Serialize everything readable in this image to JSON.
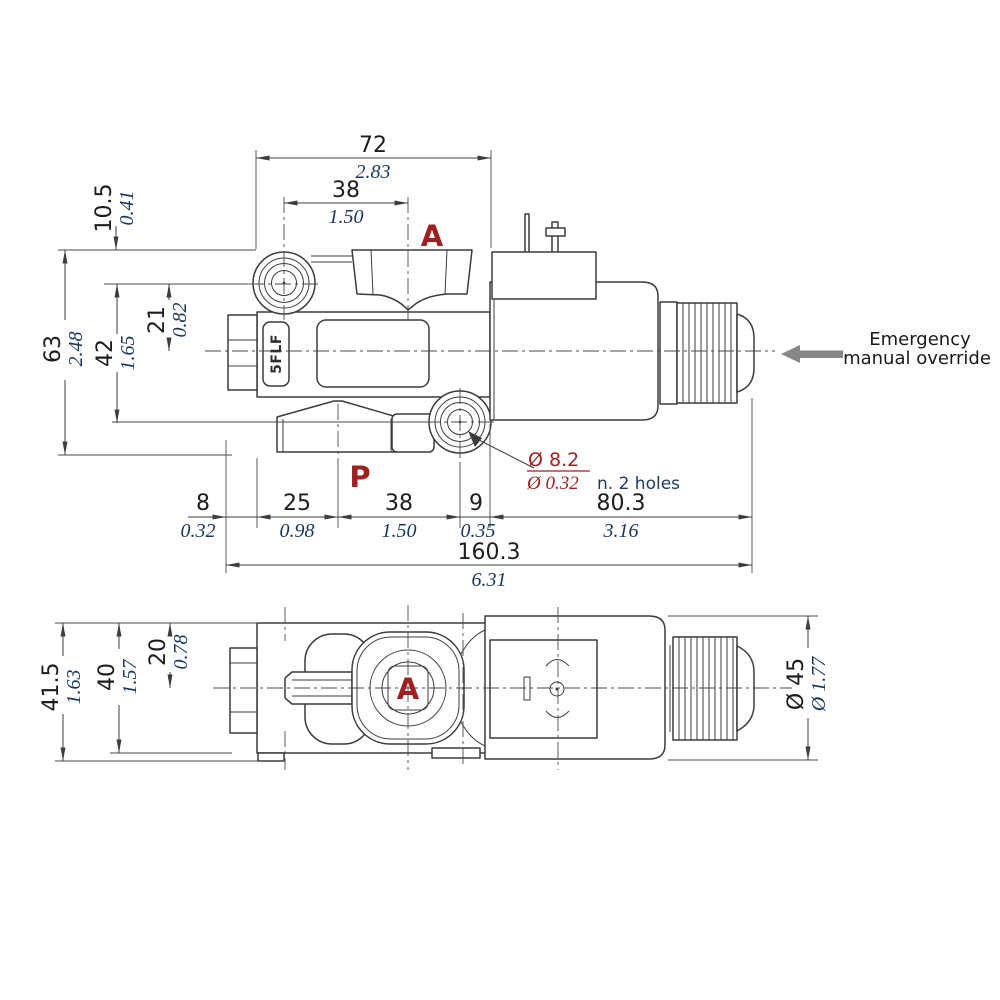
{
  "colors": {
    "accent_red": "#9e2020",
    "inch_blue": "#17365d",
    "gray_arrow": "#878787",
    "line": "#3c3c3c"
  },
  "top_view": {
    "dims": {
      "width_72": {
        "mm": "72",
        "inch": "2.83"
      },
      "width_38_top": {
        "mm": "38",
        "inch": "1.50"
      },
      "height_10_5": {
        "mm": "10.5",
        "inch": "0.41"
      },
      "height_63": {
        "mm": "63",
        "inch": "2.48"
      },
      "height_42": {
        "mm": "42",
        "inch": "1.65"
      },
      "height_21": {
        "mm": "21",
        "inch": "0.82"
      },
      "width_8": {
        "mm": "8",
        "inch": "0.32"
      },
      "width_25": {
        "mm": "25",
        "inch": "0.98"
      },
      "width_38_bot": {
        "mm": "38",
        "inch": "1.50"
      },
      "width_9": {
        "mm": "9",
        "inch": "0.35"
      },
      "width_80_3": {
        "mm": "80.3",
        "inch": "3.16"
      },
      "width_160_3": {
        "mm": "160.3",
        "inch": "6.31"
      }
    },
    "labels": {
      "port_a": "A",
      "port_p": "P",
      "body_marking": "5FLF"
    },
    "annotations": {
      "holes": {
        "diameter_mm": "Ø 8.2",
        "diameter_inch": "Ø 0.32",
        "note": "n. 2 holes"
      },
      "override": {
        "line1": "Emergency",
        "line2": "manual override"
      }
    }
  },
  "bottom_view": {
    "dims": {
      "height_41_5": {
        "mm": "41.5",
        "inch": "1.63"
      },
      "height_40": {
        "mm": "40",
        "inch": "1.57"
      },
      "height_20": {
        "mm": "20",
        "inch": "0.78"
      },
      "diameter_45": {
        "mm": "Ø 45",
        "inch": "Ø 1.77"
      }
    },
    "labels": {
      "port_a": "A"
    }
  }
}
